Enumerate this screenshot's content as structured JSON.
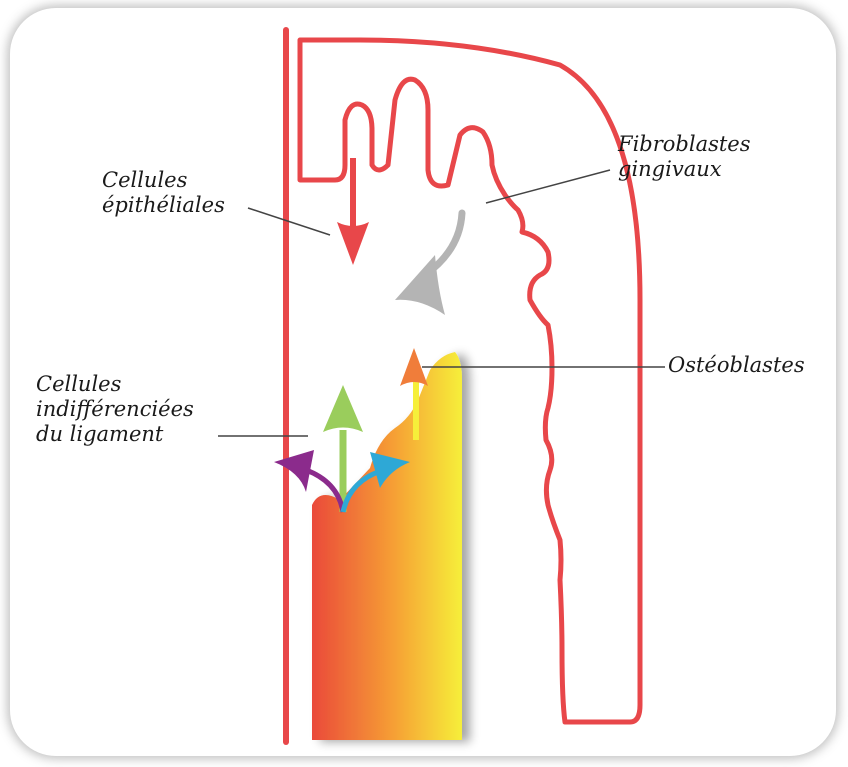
{
  "labels": {
    "epithelial": "Cellules\népithéliales",
    "fibroblasts": "Fibroblastes\ngingivaux",
    "osteoblasts": "Ostéoblastes",
    "ligament": "Cellules\nindifférenciées\ndu ligament"
  },
  "colors": {
    "outline": "#e8474a",
    "epithelial_arrow": "#e8474a",
    "fibroblast_arrow": "#b4b4b4",
    "osteoblast_arrow": "#f07d3a",
    "ligament_up_arrow": "#9acd5c",
    "ligament_left_arrow": "#8b2b8c",
    "ligament_right_arrow": "#2ea8d6",
    "bone_gradient_start": "#ea4a3a",
    "bone_gradient_mid": "#f6a035",
    "bone_gradient_end": "#f6ef3a"
  }
}
